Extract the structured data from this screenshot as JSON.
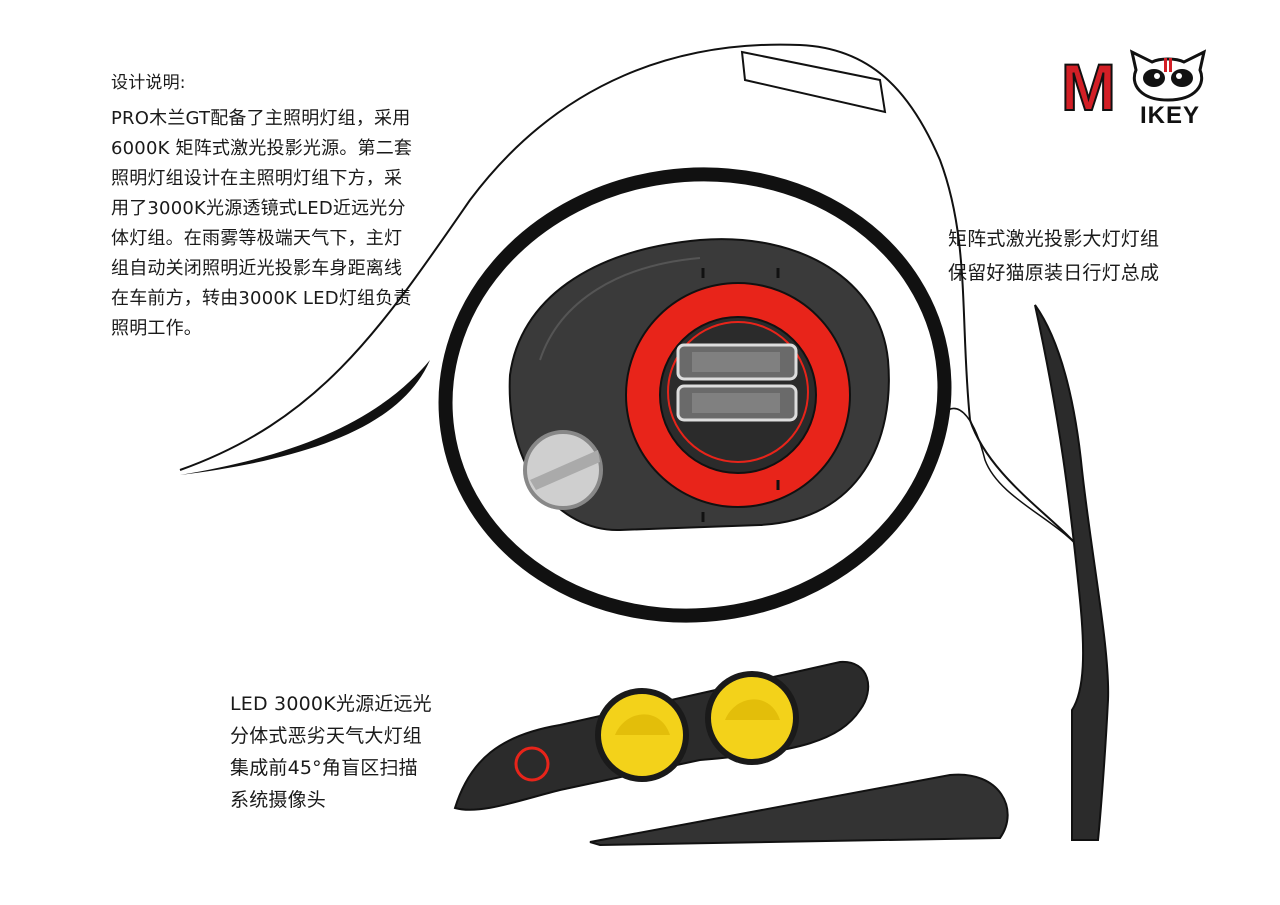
{
  "heading": "设计说明:",
  "description_lines": [
    "PRO木兰GT配备了主照明灯组，采用",
    "6000K 矩阵式激光投影光源。第二套",
    "照明灯组设计在主照明灯组下方，采",
    "用了3000K光源透镜式LED近远光分",
    "体灯组。在雨雾等极端天气下，主灯",
    "组自动关闭照明近光投影车身距离线",
    "在车前方，转由3000K LED灯组负责",
    "照明工作。"
  ],
  "main_light_caption": [
    "矩阵式激光投影大灯灯组",
    "保留好猫原装日行灯总成"
  ],
  "fog_light_caption": [
    "LED 3000K光源近远光",
    "分体式恶劣天气大灯组",
    "集成前45°角盲区扫描",
    "系统摄像头"
  ],
  "logo": {
    "text": "MIKEY",
    "m_letter": "M",
    "rest_letters": "IKEY"
  },
  "colors": {
    "ring_red": "#e8241a",
    "housing": "#3a3a3a",
    "lens_yellow": "#f3d21a",
    "dark": "#2b2b2b"
  }
}
